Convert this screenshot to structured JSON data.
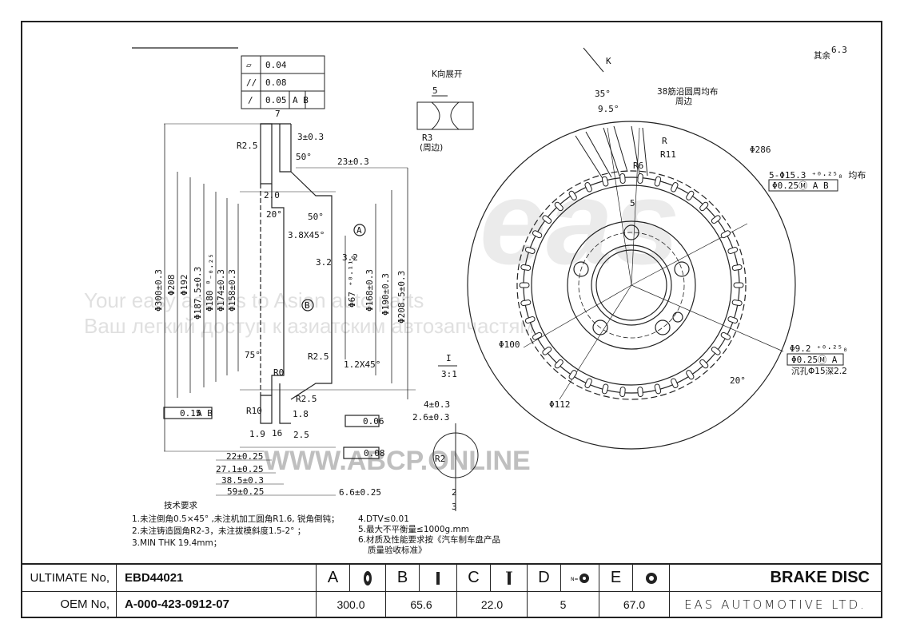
{
  "labels": {
    "view_k": "K向展开",
    "k_arrow": "K",
    "surface_finish": "其余",
    "finish_value": "6.3",
    "scale_mark": "I",
    "scale_ratio": "3:1",
    "ribs_note_1": "38筋沿圆周均布",
    "ribs_note_2": "周边"
  },
  "tolerance_frame": [
    {
      "symbol": "▱",
      "value": "0.04",
      "refs": ""
    },
    {
      "symbol": "//",
      "value": "0.08",
      "refs": ""
    },
    {
      "symbol": "/",
      "value": "0.05",
      "refs": "A  B"
    }
  ],
  "section_dims": {
    "d7": "7",
    "d3": "3±0.3",
    "r25": "R2.5",
    "a50a": "50°",
    "d23": "23±0.3",
    "d20": "2.0",
    "a20": "20°",
    "a50b": "50°",
    "c38": "3.8X45°",
    "datumA": "A",
    "rough32a": "3.2",
    "rough32b": "3.2",
    "datumB": "B",
    "a75": "75°",
    "r25b": "R2.5",
    "c12": "1.2X45°",
    "r0": "R0",
    "r10": "R10",
    "r25c": "R2.5",
    "d18": "1.8",
    "d16": "16",
    "d25": "2.5",
    "d19": "1.9",
    "tol_bottom": "0.15",
    "tol_bottom_refs": "A  B",
    "flat06": "0.06",
    "flat08": "0.08",
    "d4": "4±0.3",
    "d26": "2.6±0.3",
    "d66": "6.6±0.25",
    "r2": "R2",
    "d22": "22±0.25",
    "d271": "27.1±0.25",
    "d385": "38.5±0.3",
    "d59": "59±0.25",
    "small2": "2",
    "small3": "3",
    "v300": "Φ300±0.3",
    "v208": "Φ208",
    "v192": "Φ192",
    "v1875": "Φ187.5±0.3",
    "v180": "Φ180 ⁰₋₀.₂₅",
    "v174": "Φ174±0.3",
    "v158": "Φ158±0.3",
    "v67": "Φ67 ⁺⁰·¹¹₀",
    "v168": "Φ168±0.3",
    "v190": "Φ190±0.3",
    "v2085": "Φ208.5±0.3",
    "k5": "5",
    "kr3": "R3",
    "kr3note": "(周边)"
  },
  "plan_dims": {
    "a35": "35°",
    "a95": "9.5°",
    "r": "R",
    "r11": "R11",
    "r6": "R6",
    "d5": "5",
    "d286": "Φ286",
    "holes": "5-Φ15.3 ⁺⁰·²⁵₀ 均布",
    "holes_tol": "Φ0.25Ⓜ  A  B",
    "d100": "Φ100",
    "d112": "Φ112",
    "a20": "20°",
    "hole9": "Φ9.2 ⁺⁰·²⁵₀",
    "hole9_tol": "Φ0.25Ⓜ  A",
    "hole9_note": "沉孔Φ15深2.2"
  },
  "tech_notes": {
    "heading": "技术要求",
    "left": [
      "1.未注倒角0.5×45°  ,未注机加工圆角R1.6, 锐角倒钝；",
      "2.未注铸造圆角R2-3，未注拔模斜度1.5-2°  ；",
      "3.MIN THK 19.4mm；"
    ],
    "right": [
      "4.DTV≤0.01",
      "5.最大不平衡量≤1000g.mm",
      "6.材质及性能要求按《汽车制车盘产品",
      "质量验收标准》"
    ]
  },
  "watermarks": {
    "line1": "Your easy access to Asian auto parts",
    "line2": "Ваш легкий доступ к азиатским автозапчастям",
    "url": "WWW.ABCP.ONLINE"
  },
  "title_block": {
    "ultimate_label": "ULTIMATE No,",
    "ultimate_value": "EBD44021",
    "oem_label": "OEM No,",
    "oem_value": "A-000-423-0912-07",
    "columns": [
      {
        "letter": "A",
        "icon": "disc-diameter-icon",
        "value": "300.0"
      },
      {
        "letter": "B",
        "icon": "disc-height-icon",
        "value": "65.6"
      },
      {
        "letter": "C",
        "icon": "disc-thickness-icon",
        "value": "22.0"
      },
      {
        "letter": "D",
        "icon": "bolt-holes-icon",
        "value": "5"
      },
      {
        "letter": "E",
        "icon": "center-bore-icon",
        "value": "67.0"
      }
    ],
    "product": "BRAKE DISC",
    "company": "EAS AUTOMOTIVE LTD."
  }
}
